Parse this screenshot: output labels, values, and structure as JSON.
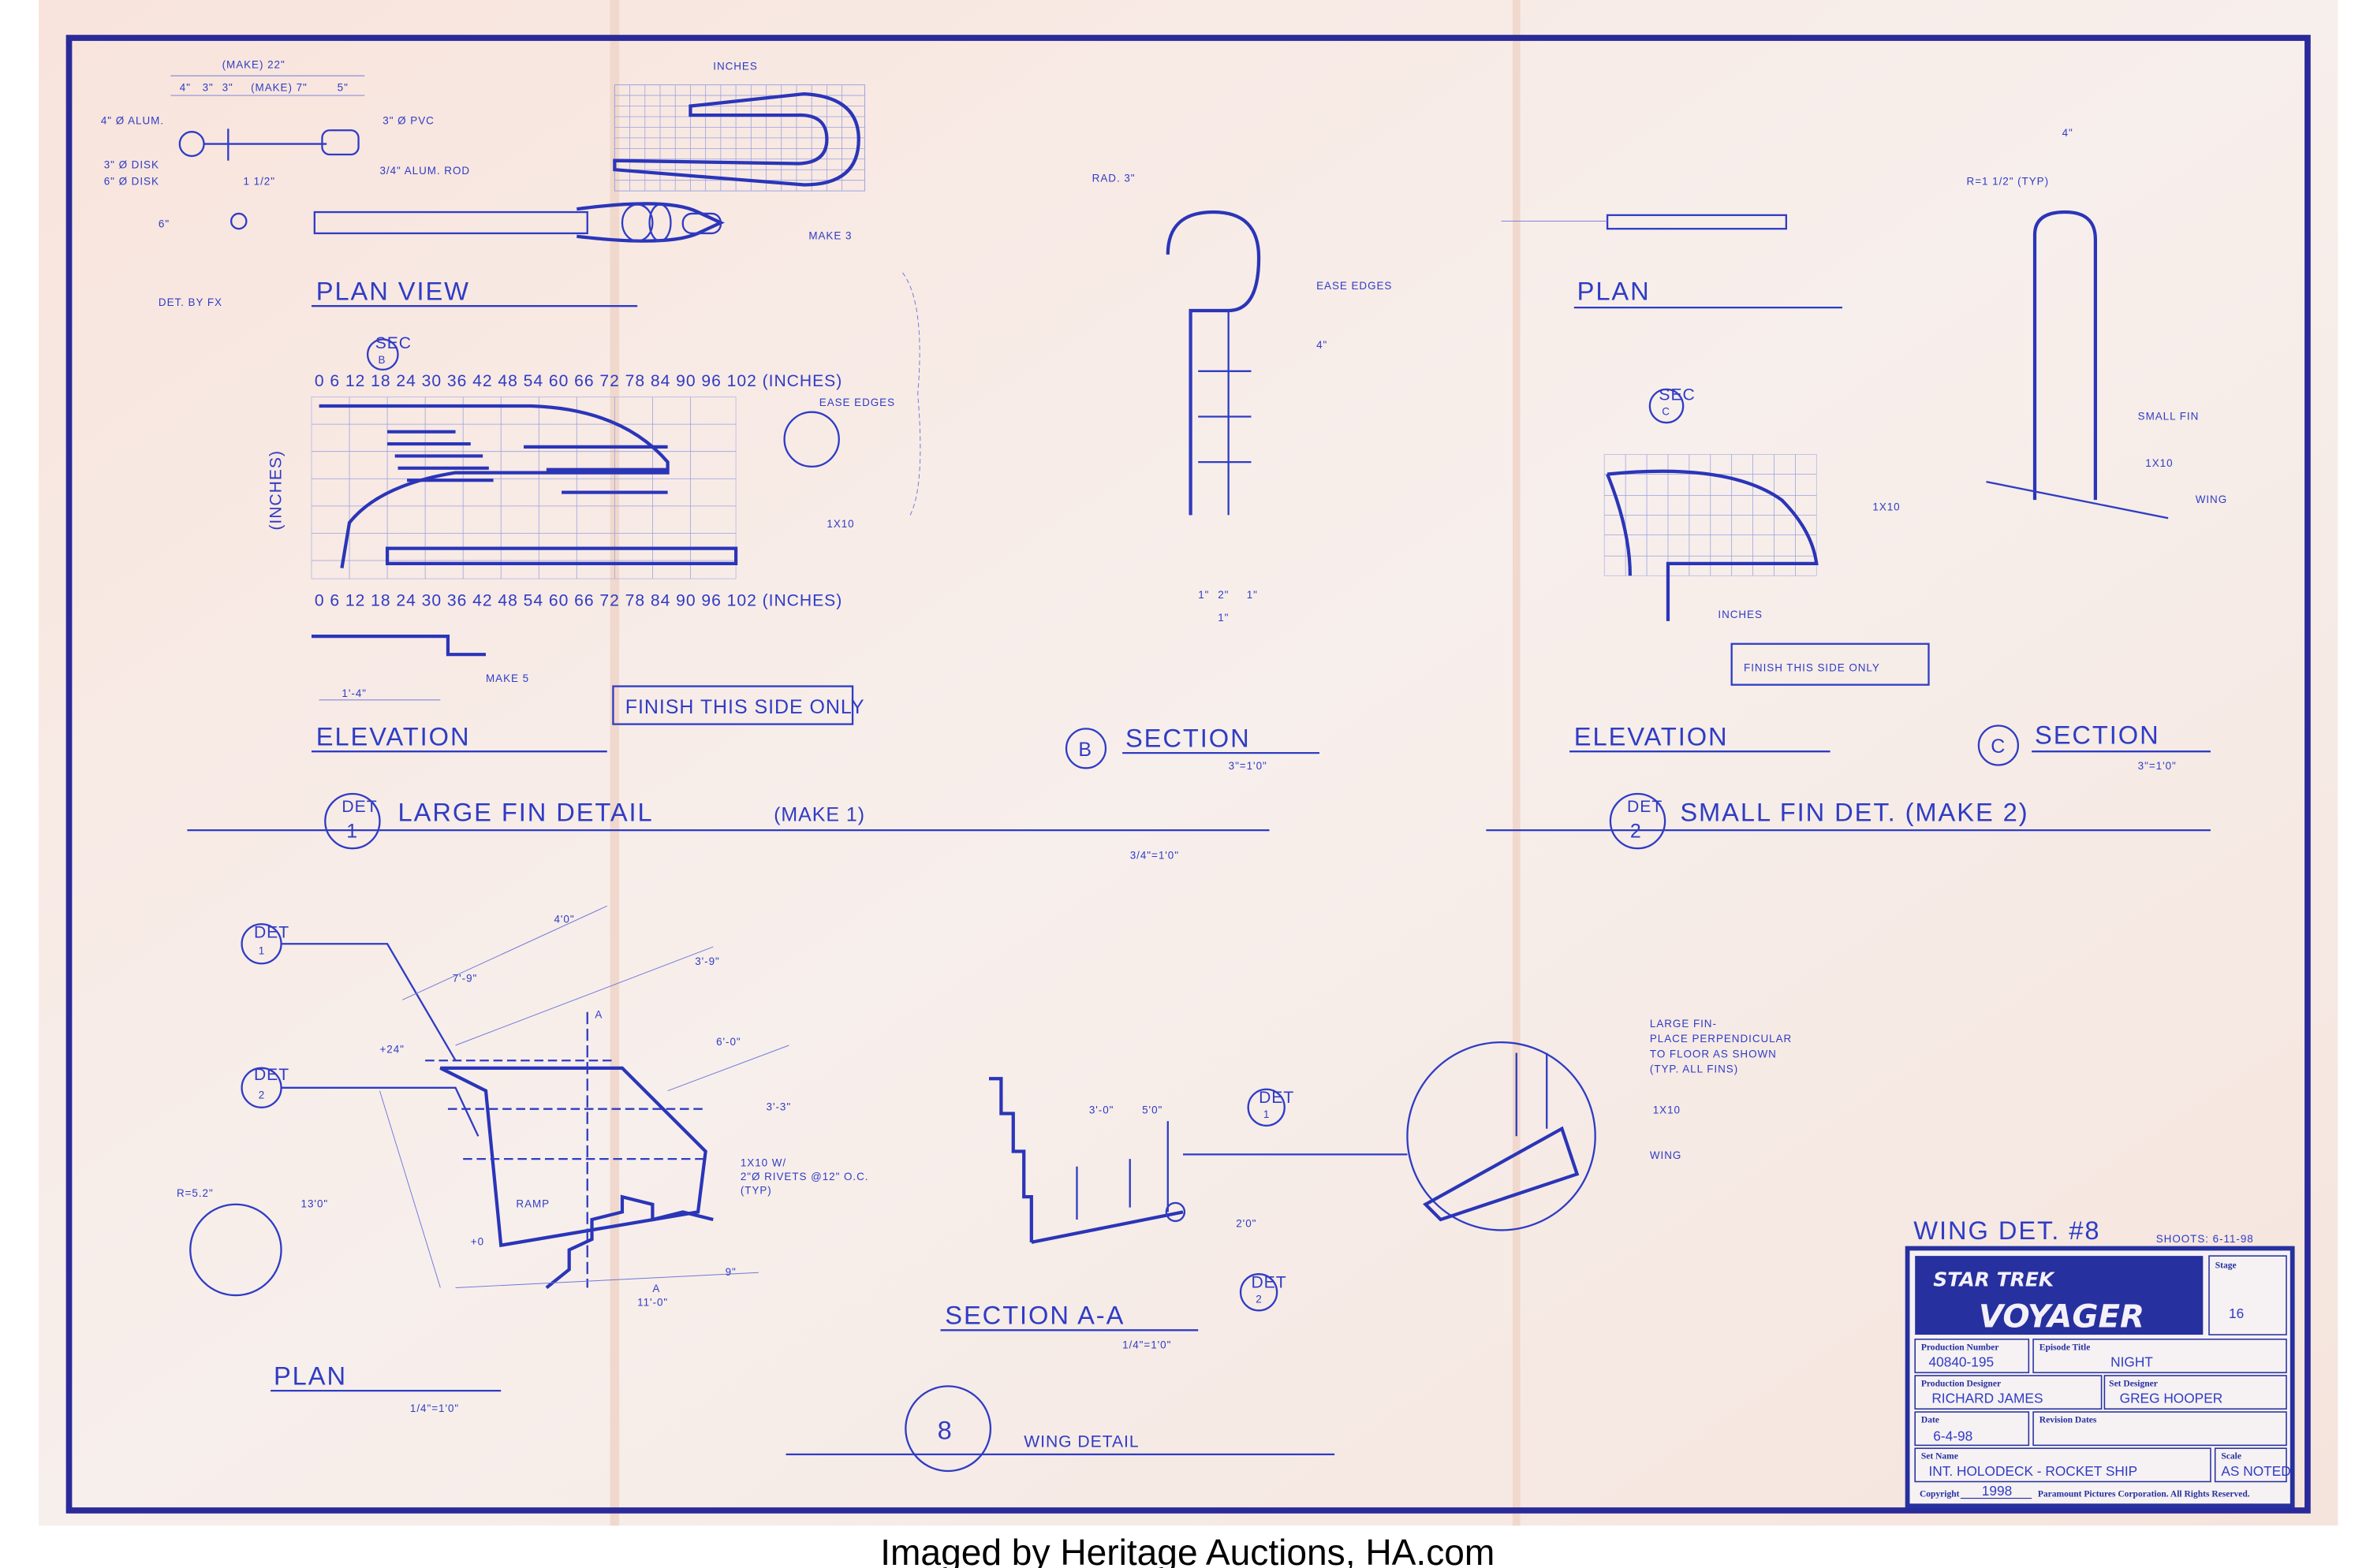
{
  "caption": "Imaged by Heritage Auctions, HA.com",
  "colors": {
    "ink": "#2f3cc4",
    "paper": "#f7ebe6",
    "border": "#2a2a9a"
  },
  "plan_view": {
    "overall": "(MAKE) 22\"",
    "segments": [
      "4\"",
      "3\"",
      "3\"",
      "(MAKE) 7\"",
      "5\""
    ],
    "labels": [
      "4\" Ø ALUM.",
      "3\" Ø PVC",
      "3\" Ø DISK",
      "6\" Ø DISK",
      "3/4\" ALUM. ROD",
      "6\"",
      "1 1/2\""
    ],
    "grid_title": "INCHES",
    "make": "MAKE 3",
    "title": "PLAN VIEW",
    "det_by": "DET. BY FX"
  },
  "large_fin": {
    "sec_marker": {
      "label": "SEC",
      "letter": "B"
    },
    "x_ticks": "0 6 12 18 24 30 36 42 48 54 60 66 72 78 84 90 96 102 (INCHES)",
    "y_axis": "(INCHES)",
    "ease_edges": "EASE EDGES",
    "lumber": "1X10",
    "make": "MAKE 5",
    "length": "1'-4\"",
    "finish": "FINISH THIS SIDE ONLY",
    "title": "ELEVATION"
  },
  "section_b": {
    "radius": "RAD. 3\"",
    "ease_edges": "EASE EDGES",
    "letter": "B",
    "title": "SECTION",
    "scale": "3\"=1'0\"",
    "dims": [
      "4\"",
      "2\"",
      "1\"",
      "1\"",
      "1\""
    ]
  },
  "small_fin": {
    "plan_title": "PLAN",
    "sec_marker": {
      "label": "SEC",
      "letter": "C"
    },
    "x_label": "INCHES",
    "lumber": "1X10",
    "finish": "FINISH THIS SIDE ONLY",
    "title": "ELEVATION",
    "section": {
      "letter": "C",
      "title": "SECTION",
      "scale": "3\"=1'0\"",
      "radius": "R=1 1/2\" (TYP)",
      "width": "4\"",
      "fin": "SMALL FIN",
      "lumber": "1X10",
      "wing": "WING"
    }
  },
  "det1_heading": {
    "det": "DET",
    "num": "1",
    "title": "LARGE FIN DETAIL",
    "make": "(MAKE 1)",
    "scale": "3/4\"=1'0\""
  },
  "det2_heading": {
    "det": "DET",
    "num": "2",
    "title": "SMALL FIN DET. (MAKE 2)"
  },
  "wing_plan": {
    "callouts": [
      {
        "det": "DET",
        "num": "1"
      },
      {
        "det": "DET",
        "num": "2"
      }
    ],
    "dims": [
      "4'0\"",
      "7'-9\"",
      "3'-9\"",
      "6'-0\"",
      "3'-3\"",
      "+24\"",
      "13'0\"",
      "+0",
      "9\"",
      "11'-0\""
    ],
    "rivets": [
      "1X10 W/",
      "2\"Ø RIVETS @12\" O.C.",
      "(TYP)"
    ],
    "radius": "R=5.2\"",
    "ramp": "RAMP",
    "section_mark": "A",
    "title": "PLAN",
    "scale": "1/4\"=1'0\""
  },
  "section_aa": {
    "dims": [
      "3'-0\"",
      "5'0\"",
      "2'0\""
    ],
    "callouts": [
      {
        "det": "DET",
        "num": "1"
      },
      {
        "det": "DET",
        "num": "2"
      }
    ],
    "title": "SECTION A-A",
    "scale": "1/4\"=1'0\""
  },
  "fin_note": {
    "lines": [
      "LARGE FIN-",
      "PLACE PERPENDICULAR",
      "TO FLOOR AS SHOWN",
      "(TYP. ALL FINS)"
    ],
    "lumber": "1X10",
    "wing": "WING"
  },
  "wing_detail": {
    "num": "8",
    "title": "WING DETAIL"
  },
  "sheet_note": {
    "title": "WING DET. #8",
    "shoots": "SHOOTS: 6-11-98"
  },
  "title_block": {
    "logo_top": "STAR TREK",
    "logo_bottom": "VOYAGER",
    "stage_label": "Stage",
    "stage": "16",
    "production_number_label": "Production Number",
    "production_number": "40840-195",
    "episode_title_label": "Episode Title",
    "episode_title": "NIGHT",
    "production_designer_label": "Production Designer",
    "production_designer": "RICHARD JAMES",
    "set_designer_label": "Set Designer",
    "set_designer": "GREG HOOPER",
    "date_label": "Date",
    "date": "6-4-98",
    "revision_dates_label": "Revision Dates",
    "set_name_label": "Set Name",
    "set_name": "INT. HOLODECK - ROCKET SHIP",
    "scale_label": "Scale",
    "scale": "AS NOTED",
    "copyright_label": "Copyright",
    "copyright_year": "1998",
    "copyright_text": "Paramount Pictures Corporation.  All Rights Reserved."
  }
}
